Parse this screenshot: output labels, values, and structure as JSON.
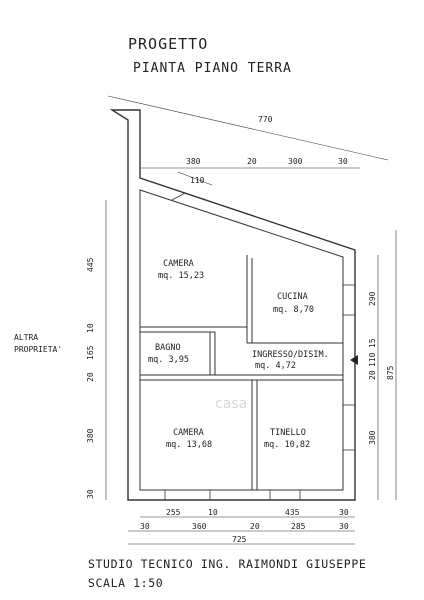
{
  "title": "PROGETTO",
  "subtitle": "PIANTA PIANO TERRA",
  "studio": "STUDIO TECNICO ING. RAIMONDI GIUSEPPE",
  "scale": "SCALA 1:50",
  "neighbor": [
    "ALTRA",
    "PROPRIETA'"
  ],
  "rooms": {
    "camera_top": {
      "name": "CAMERA",
      "area": "mq. 15,23"
    },
    "cucina": {
      "name": "CUCINA",
      "area": "mq. 8,70"
    },
    "bagno": {
      "name": "BAGNO",
      "area": "mq. 3,95"
    },
    "ingresso": {
      "name": "INGRESSO/DISIM.",
      "area": "mq. 4,72"
    },
    "camera_bottom": {
      "name": "CAMERA",
      "area": "mq. 13,68"
    },
    "tinello": {
      "name": "TINELLO",
      "area": "mq. 10,82"
    }
  },
  "dims": {
    "diag_total": "770",
    "top": [
      "380",
      "20",
      "300",
      "30"
    ],
    "window_top": "110",
    "left": [
      "445",
      "10",
      "165",
      "20",
      "380",
      "30"
    ],
    "right_inner": [
      "290",
      "15",
      "110",
      "20",
      "380"
    ],
    "right_total": "875",
    "bottom_inner": [
      "255",
      "10",
      "435",
      "30"
    ],
    "bottom": [
      "30",
      "360",
      "20",
      "285",
      "30"
    ],
    "bottom_total": "725"
  },
  "watermark": "casa"
}
